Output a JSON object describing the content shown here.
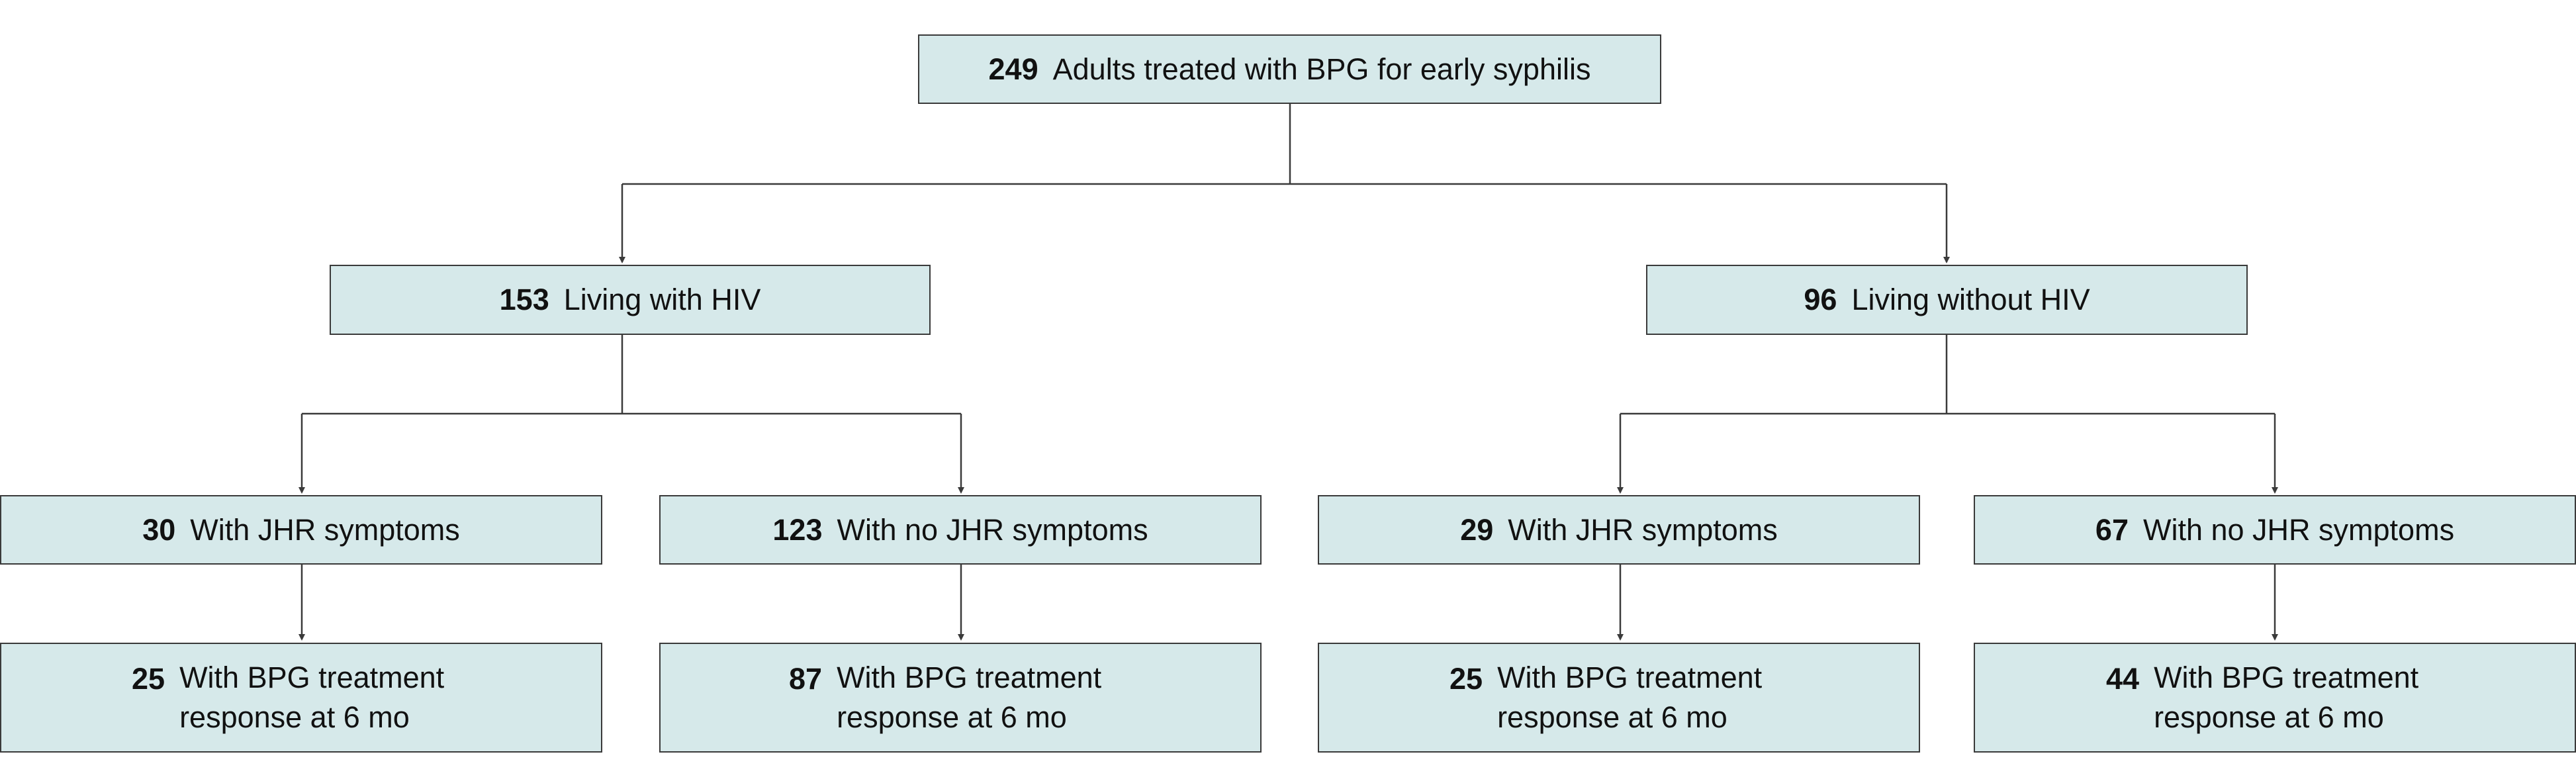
{
  "nodes": {
    "root": {
      "count": "249",
      "label": "Adults treated with BPG for early syphilis"
    },
    "hiv": {
      "count": "153",
      "label": "Living with HIV"
    },
    "nohiv": {
      "count": "96",
      "label": "Living without HIV"
    },
    "hiv_jhr": {
      "count": "30",
      "label": "With JHR symptoms"
    },
    "hiv_nojhr": {
      "count": "123",
      "label": "With no JHR symptoms"
    },
    "nohiv_jhr": {
      "count": "29",
      "label": "With JHR symptoms"
    },
    "nohiv_nojhr": {
      "count": "67",
      "label": "With no JHR symptoms"
    },
    "hiv_jhr_resp": {
      "count": "25",
      "line1": "With BPG treatment",
      "line2": "response at 6 mo"
    },
    "hiv_nojhr_resp": {
      "count": "87",
      "line1": "With BPG treatment",
      "line2": "response at 6 mo"
    },
    "nohiv_jhr_resp": {
      "count": "25",
      "line1": "With BPG treatment",
      "line2": "response at 6 mo"
    },
    "nohiv_nojhr_resp": {
      "count": "44",
      "line1": "With BPG treatment",
      "line2": "response at 6 mo"
    }
  },
  "colors": {
    "box_fill": "#d6e9ea",
    "stroke": "#3a3a3a"
  }
}
